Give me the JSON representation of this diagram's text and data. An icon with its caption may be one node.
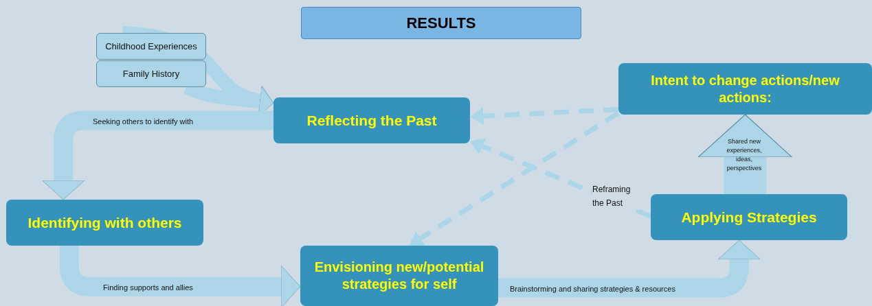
{
  "diagram": {
    "nodes": [
      {
        "text": [
          "RESULTS"
        ]
      },
      {
        "text": [
          "Childhood Experiences"
        ]
      },
      {
        "text": [
          "Family History"
        ]
      },
      {
        "text": [
          "Reflecting the Past"
        ]
      },
      {
        "text": [
          "Intent to change actions/new actions:"
        ]
      },
      {
        "text": [
          "Identifying with others"
        ]
      },
      {
        "text": [
          "Envisioning new/potential strategies for self"
        ]
      },
      {
        "text": [
          "Applying Strategies"
        ]
      }
    ],
    "edges": [
      {
        "from": 1,
        "to": 3,
        "arrow": "to"
      },
      {
        "from": 2,
        "to": 3,
        "arrow": "to"
      },
      {
        "from": 3,
        "to": 5,
        "arrow": "to",
        "label": "Seeking others to identify with"
      },
      {
        "from": 5,
        "to": 6,
        "arrow": "to",
        "label": "Finding supports and allies"
      },
      {
        "from": 6,
        "to": 7,
        "arrow": "to",
        "label": "Brainstorming and sharing strategies & resources"
      },
      {
        "from": 7,
        "to": 4,
        "arrow": "to",
        "style": "thick",
        "label": "Shared new experiences, ideas, perspectives"
      },
      {
        "from": 4,
        "to": 3,
        "arrow": "to",
        "style": "dashed"
      },
      {
        "from": 4,
        "to": 6,
        "arrow": "to",
        "style": "dashed"
      },
      {
        "from": 7,
        "to": 3,
        "arrow": "to",
        "style": "dashed",
        "label": "Reframing the Past"
      }
    ]
  }
}
